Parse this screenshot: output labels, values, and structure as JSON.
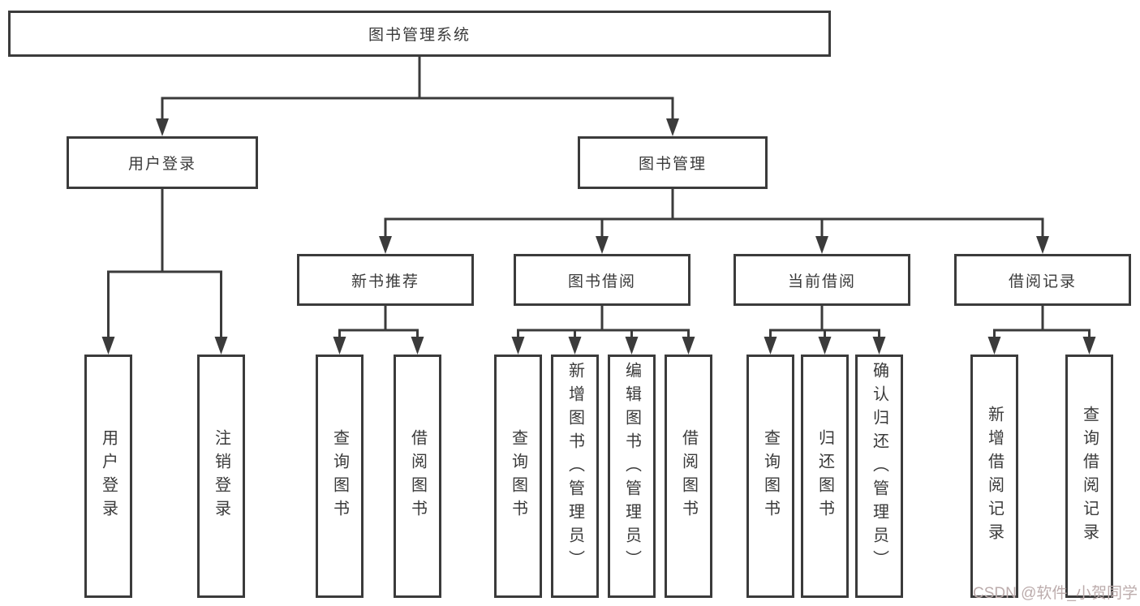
{
  "tree": {
    "root": {
      "label": "图书管理系统"
    },
    "branches": [
      {
        "label": "用户登录",
        "children": [
          {
            "label": "用户登录"
          },
          {
            "label": "注销登录"
          }
        ]
      },
      {
        "label": "图书管理",
        "children": [
          {
            "label": "新书推荐",
            "children": [
              {
                "label": "查询图书"
              },
              {
                "label": "借阅图书"
              }
            ]
          },
          {
            "label": "图书借阅",
            "children": [
              {
                "label": "查询图书"
              },
              {
                "label": "新增图书（管理员）"
              },
              {
                "label": "编辑图书（管理员）"
              },
              {
                "label": "借阅图书"
              }
            ]
          },
          {
            "label": "当前借阅",
            "children": [
              {
                "label": "查询图书"
              },
              {
                "label": "归还图书"
              },
              {
                "label": "确认归还（管理员）"
              }
            ]
          },
          {
            "label": "借阅记录",
            "children": [
              {
                "label": "新增借阅记录"
              },
              {
                "label": "查询借阅记录"
              }
            ]
          }
        ]
      }
    ]
  },
  "watermark": {
    "text": "CSDN @软件_小贺同学"
  },
  "colors": {
    "line": "#3b3b3b",
    "box_border": "#3b3b3b",
    "text": "#3a3a3a",
    "watermark": "#bcacac",
    "background": "#ffffff"
  }
}
